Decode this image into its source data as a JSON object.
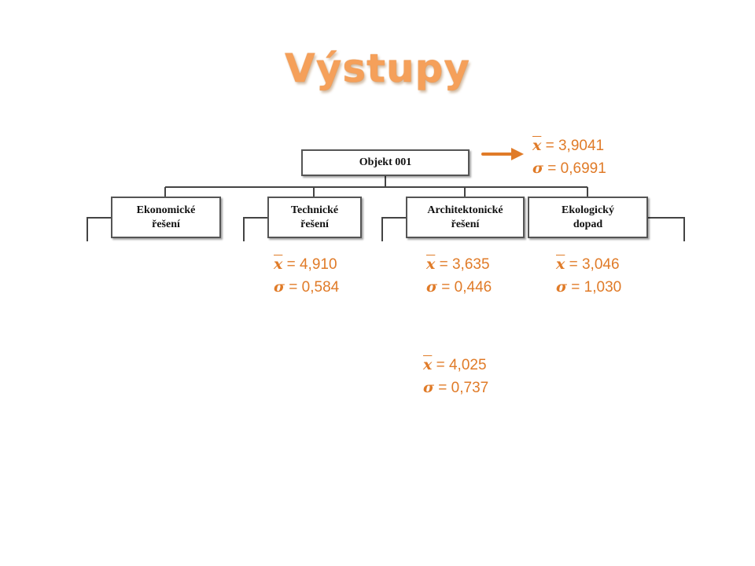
{
  "slide": {
    "title": "Výstupy",
    "accent_color": "#e07b28"
  },
  "tree": {
    "root": {
      "label": "Objekt 001"
    },
    "children": [
      {
        "line1": "Ekonomické",
        "line2": "řešení"
      },
      {
        "line1": "Technické",
        "line2": "řešení"
      },
      {
        "line1": "Architektonické",
        "line2": "řešení"
      },
      {
        "line1": "Ekologický",
        "line2": "dopad"
      }
    ]
  },
  "symbols": {
    "mean": "x",
    "sd": "σ"
  },
  "stats": {
    "root": {
      "mean": " = 3,9041",
      "sd": " = 0,6991"
    },
    "technicke": {
      "mean": " = 4,910",
      "sd": " = 0,584"
    },
    "architektonicke": {
      "mean": " = 3,635",
      "sd": " = 0,446"
    },
    "ekologicky": {
      "mean": " = 3,046",
      "sd": " = 1,030"
    },
    "lower": {
      "mean": " = 4,025",
      "sd": " = 0,737"
    }
  },
  "icons": {
    "arrow": "right-arrow-icon"
  }
}
